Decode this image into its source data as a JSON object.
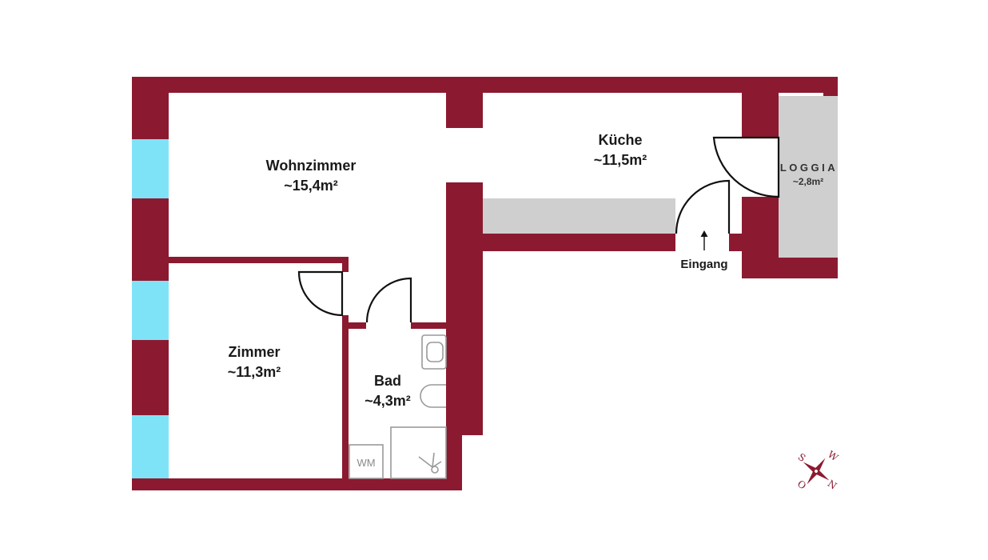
{
  "colors": {
    "wall": "#8b1a30",
    "window": "#7fe3f7",
    "loggia": "#cfcfcf",
    "counter": "#cfcfcf",
    "fixture": "#9a9a9a",
    "text": "#1a1a1a"
  },
  "rooms": {
    "wohnzimmer": {
      "name": "Wohnzimmer",
      "area": "~15,4m²"
    },
    "kueche": {
      "name": "Küche",
      "area": "~11,5m²"
    },
    "zimmer": {
      "name": "Zimmer",
      "area": "~11,3m²"
    },
    "bad": {
      "name": "Bad",
      "area": "~4,3m²"
    },
    "loggia": {
      "name": "LOGGIA",
      "area": "~2,8m²"
    }
  },
  "entrance": {
    "label": "Eingang",
    "icon": "arrow-up-icon"
  },
  "fixtures": {
    "washing_machine": "WM"
  },
  "compass": {
    "icon": "compass-rose-icon",
    "s": "S",
    "w": "W",
    "o": "O",
    "n": "N"
  }
}
